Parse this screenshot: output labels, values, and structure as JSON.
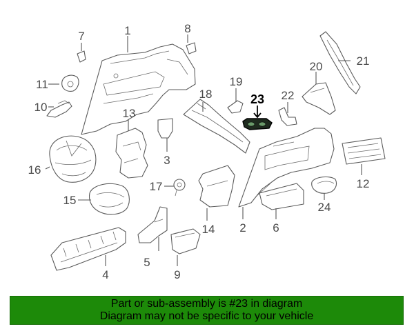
{
  "callouts": {
    "c1": "1",
    "c2": "2",
    "c3": "3",
    "c4": "4",
    "c5": "5",
    "c6": "6",
    "c7": "7",
    "c8": "8",
    "c9": "9",
    "c10": "10",
    "c11": "11",
    "c12": "12",
    "c13": "13",
    "c14": "14",
    "c15": "15",
    "c16": "16",
    "c17": "17",
    "c18": "18",
    "c19": "19",
    "c20": "20",
    "c21": "21",
    "c22": "22",
    "c23": "23",
    "c24": "24"
  },
  "highlighted_part": "23",
  "banner": {
    "line1": "Part or sub-assembly is #23 in diagram",
    "line2": "Diagram may not be specific to your vehicle",
    "background_color": "#1d8a09"
  }
}
